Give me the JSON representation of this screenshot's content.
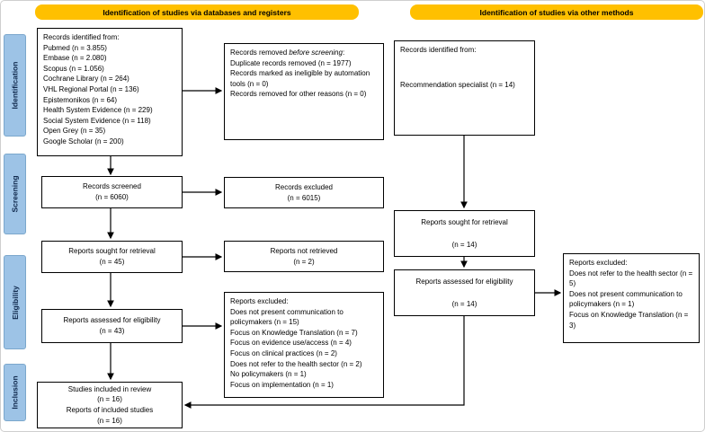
{
  "headers": {
    "databases": "Identification of studies via databases and registers",
    "other": "Identification of studies via other methods"
  },
  "stages": [
    "Identification",
    "Screening",
    "Eligibility",
    "Inclusion"
  ],
  "colors": {
    "header_bg": "#FFC000",
    "stage_bg": "#9DC3E6"
  },
  "left": {
    "identified": {
      "lines": [
        "Records identified from:",
        "Pubmed (n = 3.855)",
        "Embase (n = 2.080)",
        "Scopus (n = 1.056)",
        "Cochrane Library (n = 264)",
        "VHL Regional Portal (n = 136)",
        "Epistemonikos (n = 64)",
        "Health System Evidence (n = 229)",
        "Social System Evidence (n = 118)",
        "Open Grey (n = 35)",
        "Google Scholar (n = 200)"
      ]
    },
    "screened": {
      "line1": "Records screened",
      "line2": "(n = 6060)"
    },
    "sought": {
      "line1": "Reports sought for retrieval",
      "line2": "(n = 45)"
    },
    "assessed": {
      "line1": "Reports assessed for eligibility",
      "line2": "(n = 43)"
    },
    "included": {
      "lines": [
        "Studies included in review",
        "(n = 16)",
        "Reports of included studies",
        "(n = 16)"
      ]
    }
  },
  "middle": {
    "removed": {
      "title_prefix": "Records removed ",
      "title_italic": "before screening",
      "title_suffix": ":",
      "lines": [
        "Duplicate records removed (n = 1977)",
        "Records marked as ineligible by automation tools (n = 0)",
        "Records removed for other reasons (n = 0)"
      ]
    },
    "records_excluded": {
      "line1": "Records excluded",
      "line2": "(n = 6015)"
    },
    "not_retrieved": {
      "line1": "Reports not retrieved",
      "line2": "(n = 2)"
    },
    "reports_excluded": {
      "lines": [
        "Reports excluded:",
        "Does not present communication to policymakers (n = 15)",
        "Focus on Knowledge Translation (n = 7)",
        "Focus on evidence use/access (n = 4)",
        "Focus on clinical practices (n = 2)",
        "Does not refer to the health sector (n = 2)",
        "No policymakers (n = 1)",
        "Focus on implementation (n = 1)"
      ]
    }
  },
  "right": {
    "identified": {
      "line1": "Records identified from:",
      "line2": "Recommendation specialist (n = 14)"
    },
    "sought": {
      "line1": "Reports sought for retrieval",
      "line2": "(n = 14)"
    },
    "assessed": {
      "line1": "Reports assessed for eligibility",
      "line2": "(n = 14)"
    },
    "reports_excluded": {
      "lines": [
        "Reports excluded:",
        "Does not refer to the health sector (n = 5)",
        "Does not present communication to policymakers (n = 1)",
        "Focus on Knowledge Translation (n = 3)"
      ]
    }
  }
}
